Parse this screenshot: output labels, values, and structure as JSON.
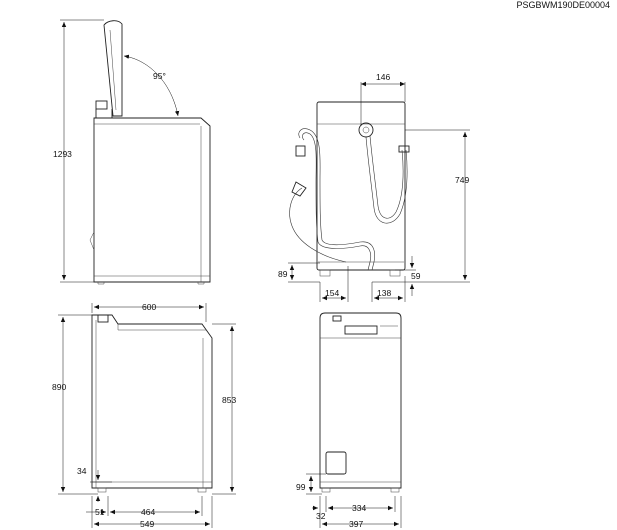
{
  "reference_code": "PSGBWM190DE00004",
  "lid_angle": "95°",
  "dimensions": {
    "total_height_lid_open": "1293",
    "hose_width": "146",
    "hose_height": "749",
    "drain_height": "89",
    "inlet_height": "59",
    "drain_offset_left": "154",
    "inlet_offset_right": "138",
    "top_width": "600",
    "body_height": "890",
    "height_to_top": "853",
    "foot_height": "34",
    "foot_inset": "51",
    "foot_spacing": "464",
    "total_depth": "549",
    "front_foot_height": "99",
    "front_foot_inset": "32",
    "front_foot_spacing": "334",
    "total_width": "397"
  }
}
